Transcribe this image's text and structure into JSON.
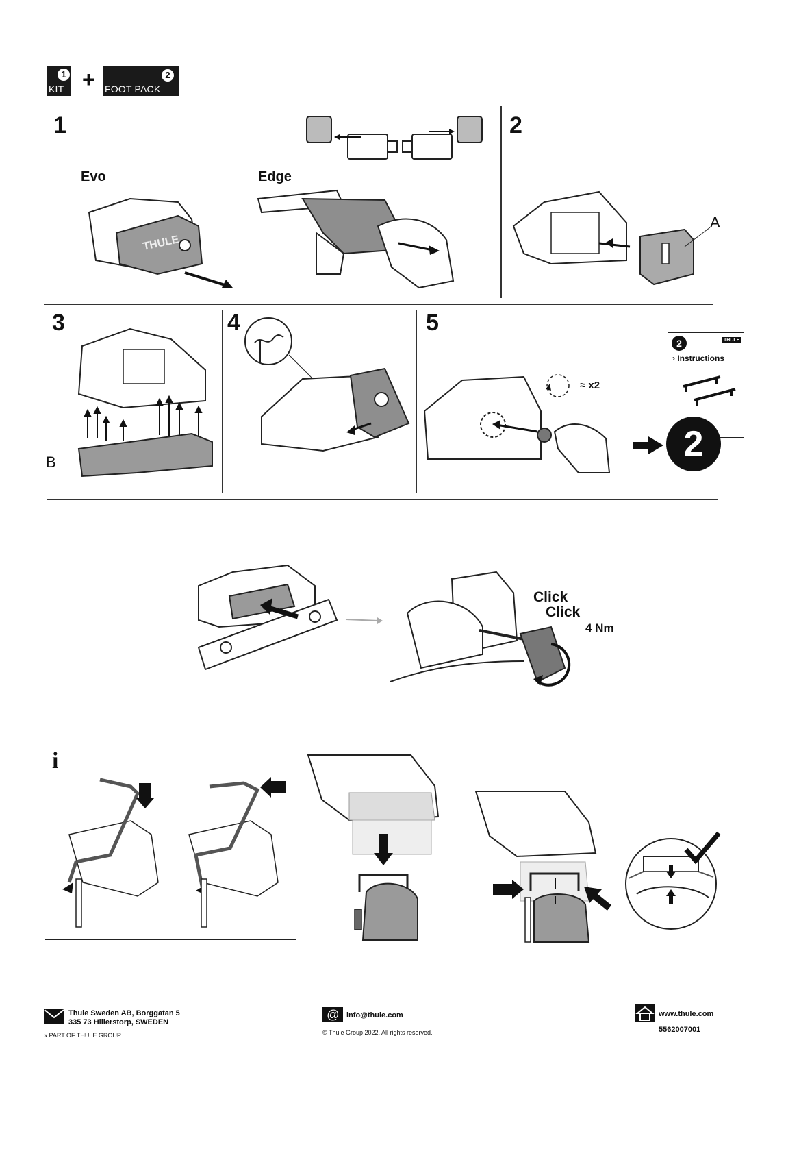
{
  "header": {
    "kit_number": "1",
    "kit_label": "KIT",
    "plus": "+",
    "footpack_number": "2",
    "footpack_label": "FOOT PACK"
  },
  "steps": {
    "s1": "1",
    "s2": "2",
    "s3": "3",
    "s4": "4",
    "s5": "5"
  },
  "labels": {
    "evo": "Evo",
    "edge": "Edge",
    "part_a": "A",
    "part_b": "B",
    "x2": "≈ x2",
    "click1": "Click",
    "click2": "Click",
    "torque": "4 Nm",
    "info": "i"
  },
  "booklet": {
    "number": "2",
    "brand": "THULE",
    "title": "› Instructions",
    "big_number": "2"
  },
  "footer": {
    "company_line1": "Thule Sweden AB, Borggatan 5",
    "company_line2": "335 73 Hillerstorp, SWEDEN",
    "group": "PART OF THULE GROUP",
    "email": "info@thule.com",
    "copyright": "© Thule Group 2022. All rights reserved.",
    "website": "www.thule.com",
    "part_number": "5562007001"
  }
}
